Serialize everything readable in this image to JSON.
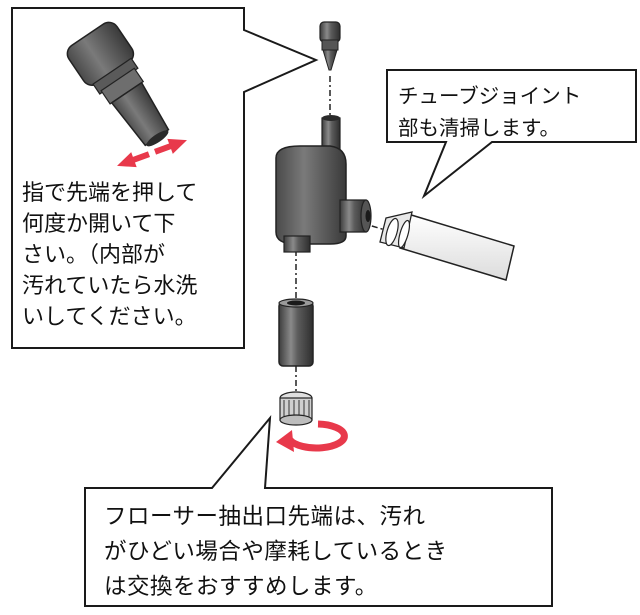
{
  "callouts": {
    "nozzle_tip": {
      "lines": [
        "指で先端を押して",
        "何度か開いて下",
        "さい。（内部が",
        "汚れていたら水洗",
        "いしてください。"
      ]
    },
    "tube_joint": {
      "lines": [
        "チューブジョイント",
        "部も清掃します。"
      ]
    },
    "floater_tip": {
      "lines": [
        "フローサー抽出口先端は、汚れ",
        "がひどい場合や摩耗しているとき",
        "は交換をおすすめします。"
      ]
    }
  },
  "colors": {
    "arrow_red": "#e8394b",
    "part_gray": "#5b5b5b",
    "outline": "#1a1a1a"
  }
}
